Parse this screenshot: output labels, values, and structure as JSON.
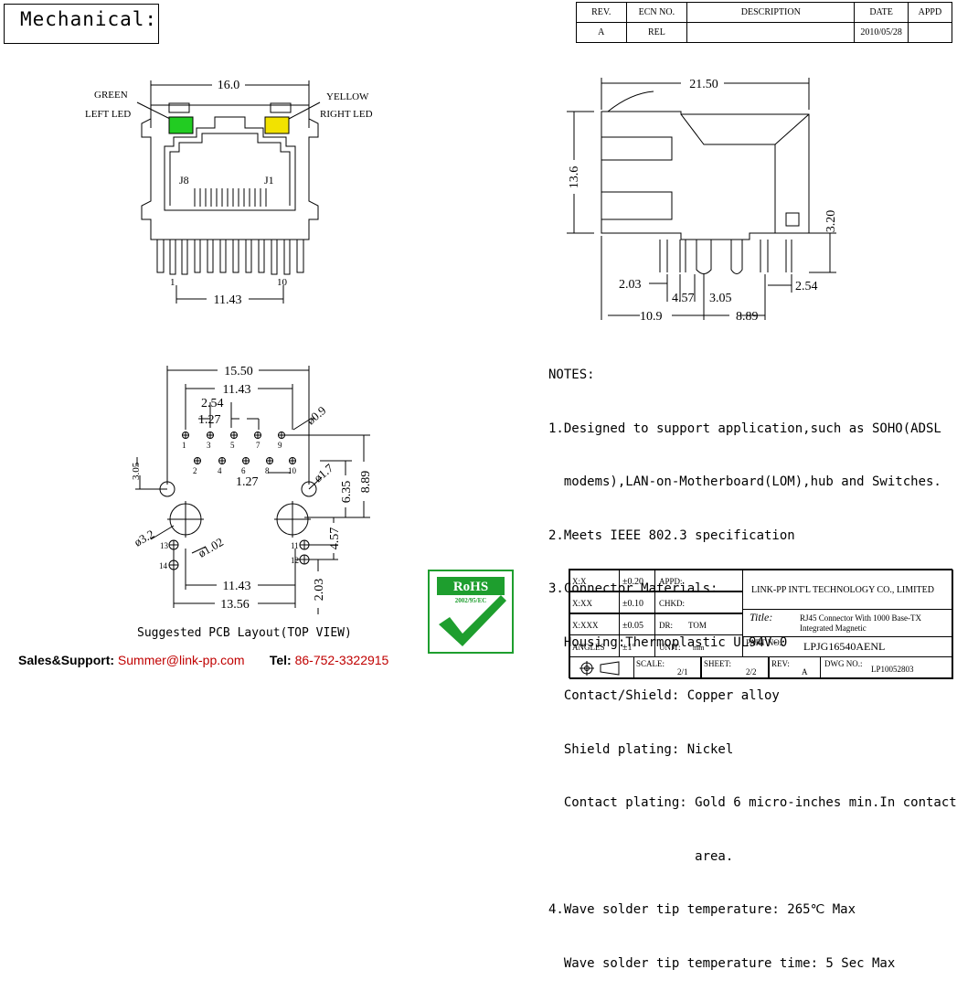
{
  "header": {
    "title": "Mechanical:",
    "rev_table": {
      "headers": [
        "REV.",
        "ECN NO.",
        "DESCRIPTION",
        "DATE",
        "APPD"
      ],
      "row": [
        "A",
        "REL",
        "",
        "2010/05/28",
        ""
      ]
    }
  },
  "front_view": {
    "width_dim": "16.0",
    "green_label_1": "GREEN",
    "green_label_2": "LEFT LED",
    "yellow_label_1": "YELLOW",
    "yellow_label_2": "RIGHT LED",
    "led_left_color": "#22cc22",
    "led_right_color": "#f2e200",
    "j8": "J8",
    "j1": "J1",
    "pin1": "1",
    "pin10": "10",
    "pitch_dim": "11.43"
  },
  "side_view": {
    "length_dim": "21.50",
    "height_dim": "13.6",
    "standoff_dim": "3.20",
    "d1": "2.03",
    "d2": "4.57",
    "d3": "3.05",
    "d4": "2.54",
    "d5": "10.9",
    "d6": "8.89"
  },
  "pcb": {
    "w1": "15.50",
    "w2": "11.43",
    "w3": "2.54",
    "w4": "1.27",
    "w5": "1.27",
    "hole_dia": "ø0.9",
    "led_hole_dia": "ø1.7",
    "big_hole_dia": "ø3.2",
    "small_hole_dia": "ø1.02",
    "h1": "3.05",
    "h2": "8.89",
    "h3": "6.35",
    "h4": "4.57",
    "h5": "2.03",
    "b1": "11.43",
    "b2": "13.56",
    "pins": [
      "1",
      "2",
      "3",
      "4",
      "5",
      "6",
      "7",
      "8",
      "9",
      "10",
      "11",
      "12",
      "13",
      "14"
    ],
    "caption": "Suggested PCB Layout(TOP VIEW)"
  },
  "notes": {
    "heading": "NOTES:",
    "lines": [
      "1.Designed to support application,such as SOHO(ADSL",
      "  modems),LAN-on-Motherboard(LOM),hub and Switches.",
      "2.Meets IEEE 802.3 specification",
      "3.Connector Materials:",
      "  Housing:Thermoplastic UL94V-0",
      "  Contact/Shield: Copper alloy",
      "  Shield plating: Nickel",
      "  Contact plating: Gold 6 micro-inches min.In contact",
      "                   area.",
      "4.Wave solder tip temperature: 265℃ Max",
      "  Wave solder tip temperature time: 5 Sec Max"
    ]
  },
  "rohs": {
    "title": "RoHS",
    "sub": "2002/95/EC",
    "color": "#1e9e2e"
  },
  "title_block": {
    "tol_x": "X:X",
    "tol_x_val": "±0.20",
    "tol_xx": "X:XX",
    "tol_xx_val": "±0.10",
    "tol_xxx": "X:XXX",
    "tol_xxx_val": "±0.05",
    "angles": "ANGLES",
    "angles_val": "±1°",
    "appd": "APPD:",
    "chkd": "CHKD:",
    "dr": "DR:",
    "dr_val": "TOM",
    "unit": "UNIT:",
    "unit_val": "mm",
    "company": "LINK-PP INT'L TECHNOLOGY CO., LIMITED",
    "title_label": "Title:",
    "title_1": "RJ45 Connector With 1000 Base-TX",
    "title_2": "Integrated Magnetic",
    "part_label": "PART NO.:",
    "part_no": "LPJG16540AENL",
    "scale": "SCALE:",
    "scale_val": "2/1",
    "sheet": "SHEET:",
    "sheet_val": "2/2",
    "rev": "REV:",
    "rev_val": "A",
    "dwg": "DWG NO.:",
    "dwg_val": "LP10052803"
  },
  "footer": {
    "sales_label": "Sales&Support:",
    "email": "Summer@link-pp.com",
    "tel_label": "Tel:",
    "tel": "86-752-3322915"
  }
}
